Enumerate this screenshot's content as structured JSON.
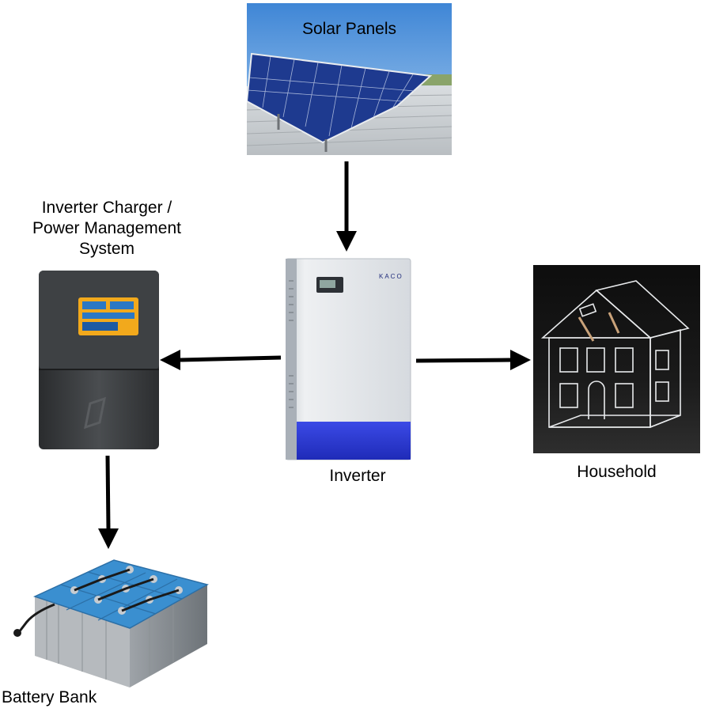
{
  "diagram": {
    "nodes": {
      "solar_panels": {
        "label": "Solar Panels"
      },
      "inverter": {
        "label": "Inverter",
        "brand": "KACO"
      },
      "inverter_charger": {
        "label_lines": [
          "Inverter Charger /",
          "Power Management",
          "System"
        ]
      },
      "household": {
        "label": "Household"
      },
      "battery_bank": {
        "label": "Battery Bank"
      }
    },
    "edges": [
      {
        "from": "solar_panels",
        "to": "inverter"
      },
      {
        "from": "inverter",
        "to": "inverter_charger"
      },
      {
        "from": "inverter",
        "to": "household"
      },
      {
        "from": "inverter_charger",
        "to": "battery_bank"
      }
    ],
    "colors": {
      "arrow": "#000000",
      "inverter_accent": "#2a3ad8",
      "battery_top": "#3a8fd0",
      "sky": "#5a9ee0"
    }
  }
}
